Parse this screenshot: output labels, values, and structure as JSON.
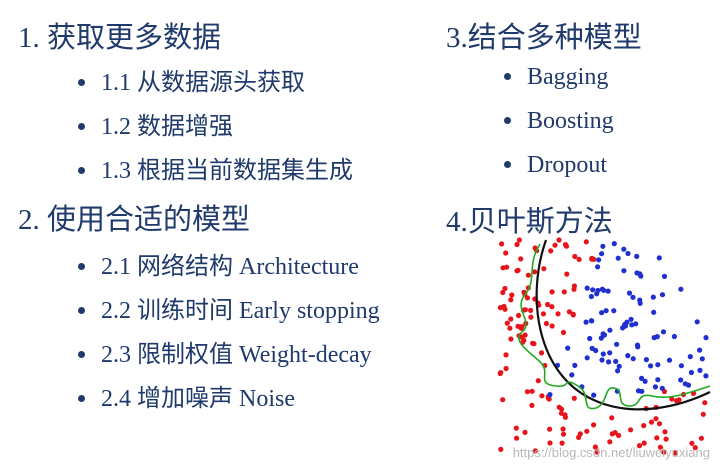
{
  "left": {
    "section1": {
      "title": "1. 获取更多数据",
      "items": [
        "1.1 从数据源头获取",
        "1.2 数据增强",
        "1.3 根据当前数据集生成"
      ]
    },
    "section2": {
      "title": "2. 使用合适的模型",
      "items": [
        "2.1 网络结构 Architecture",
        "2.2 训练时间 Early stopping",
        "2.3 限制权值 Weight-decay",
        "2.4 增加噪声 Noise"
      ]
    }
  },
  "right": {
    "section3": {
      "title": "3.结合多种模型",
      "items": [
        "Bagging",
        "Boosting",
        "Dropout"
      ]
    },
    "section4": {
      "title": "4.贝叶斯方法"
    }
  },
  "figure": {
    "colors": {
      "red": "#e8141c",
      "blue": "#1f2fd0",
      "black": "#111111",
      "green": "#22aa22"
    }
  },
  "watermark": "https://blog.csdn.net/liuweiyuxiang"
}
